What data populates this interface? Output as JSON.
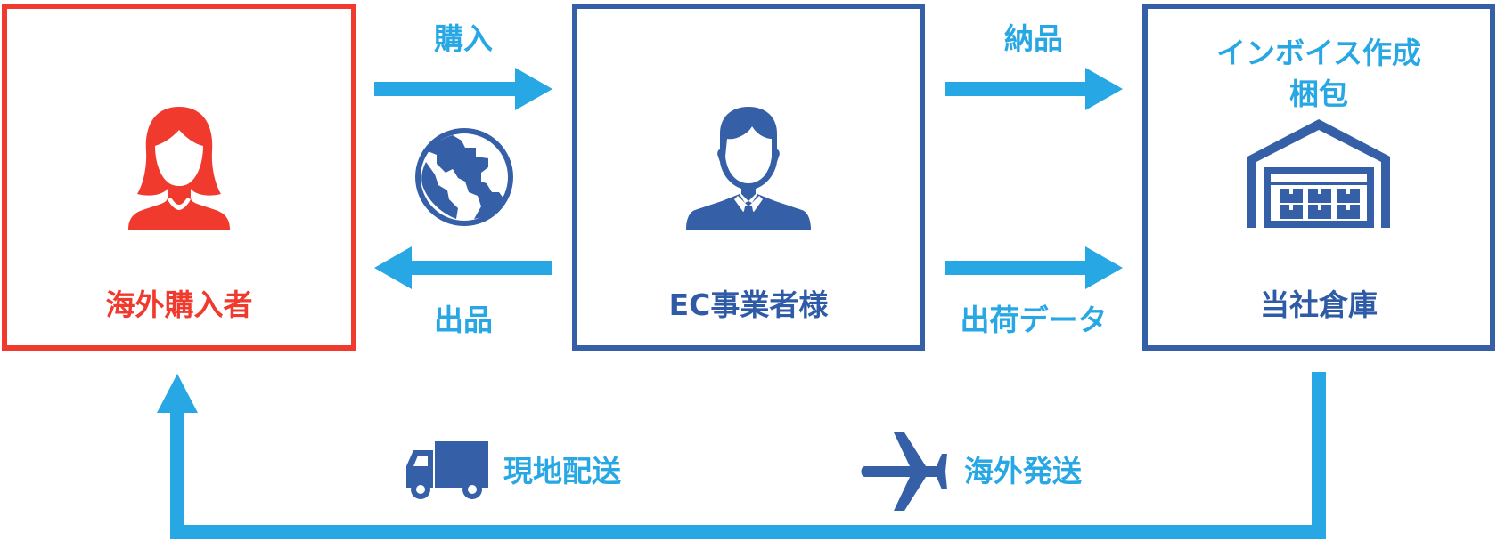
{
  "nodes": {
    "buyer": {
      "label": "海外購入者"
    },
    "merchant": {
      "label": "EC事業者様"
    },
    "warehouse": {
      "label": "当社倉庫",
      "tasks_line1": "インボイス作成",
      "tasks_line2": "梱包"
    }
  },
  "flows": {
    "purchase": "購入",
    "listing": "出品",
    "delivery": "納品",
    "shipping_data": "出荷データ",
    "overseas_shipping": "海外発送",
    "local_delivery": "現地配送"
  },
  "icons": {
    "buyer": "woman-icon",
    "merchant": "businessman-icon",
    "warehouse": "warehouse-icon",
    "globe": "globe-icon",
    "truck": "truck-icon",
    "airplane": "airplane-icon"
  },
  "colors": {
    "buyer": "#f03a2e",
    "navy": "#3560a8",
    "arrow": "#27a7e4"
  }
}
